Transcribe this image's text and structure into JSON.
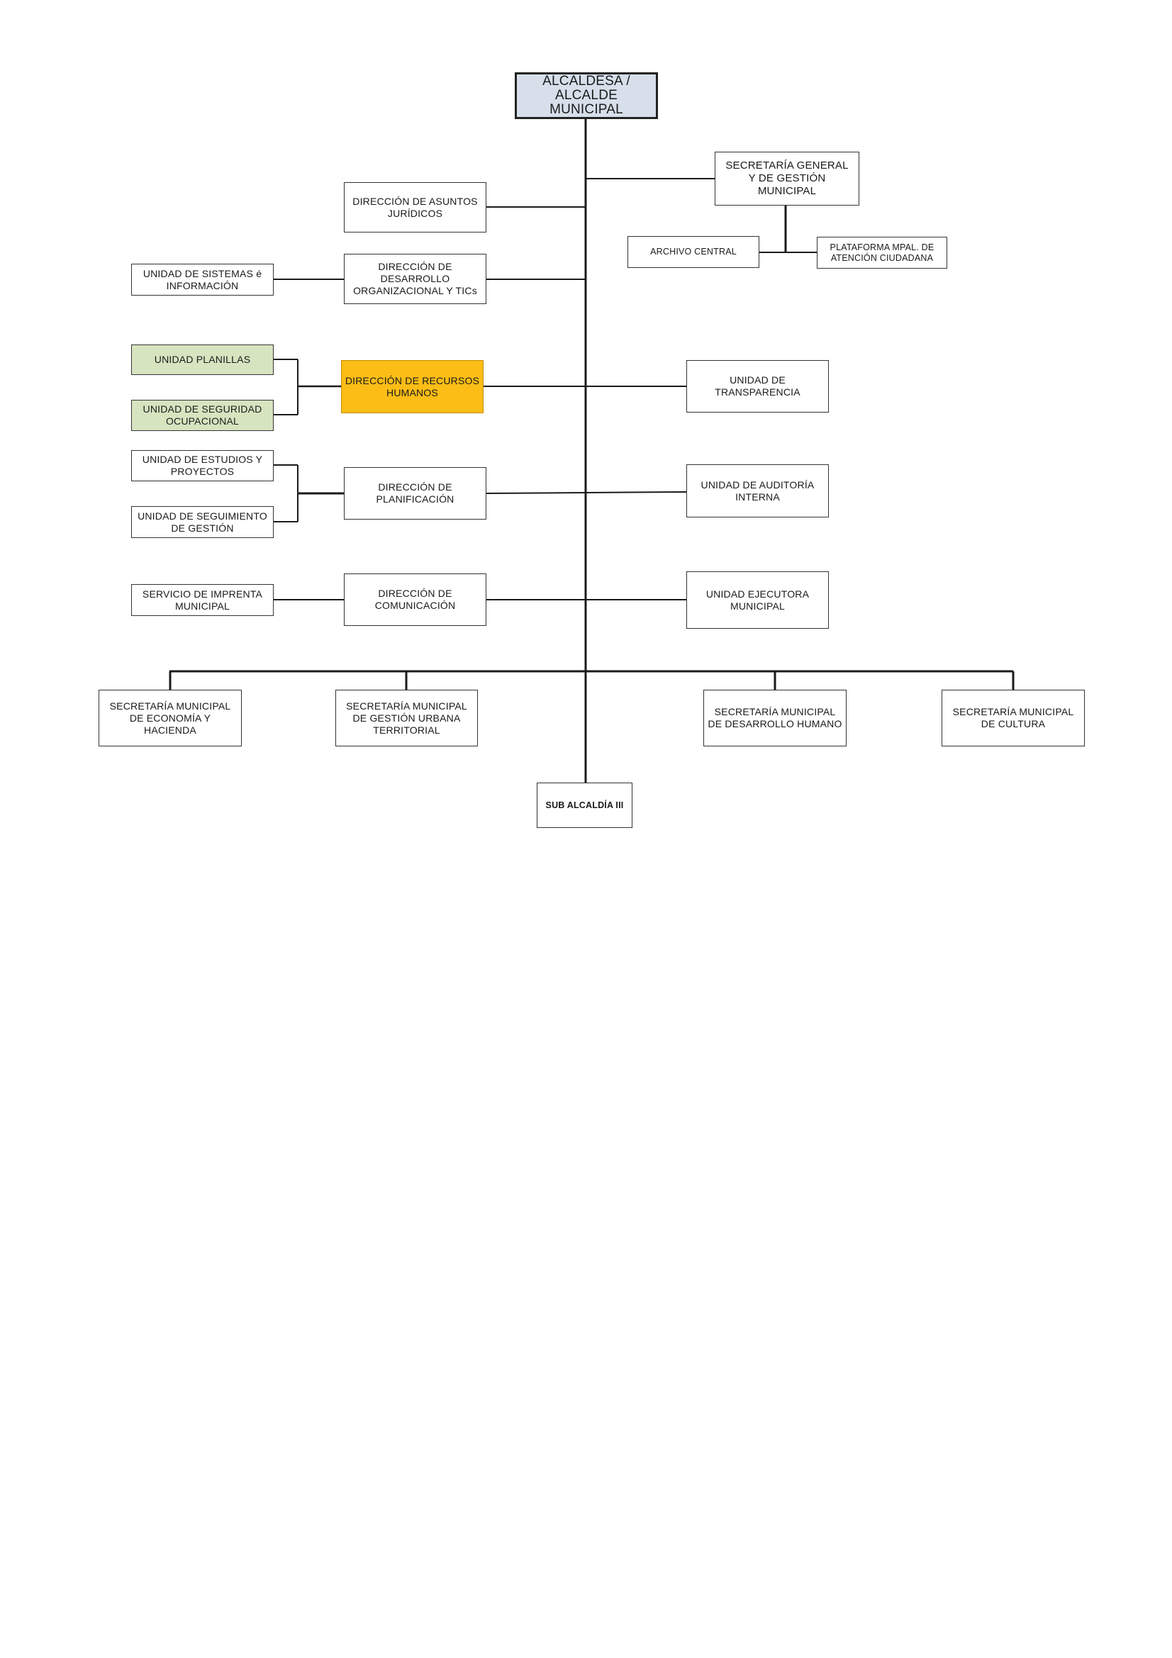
{
  "colors": {
    "line": "#1a1a1a",
    "head_fill": "#d6dfea",
    "highlight_fill": "#fbbd16",
    "highlight_border": "#c58a00",
    "green_fill": "#d7e4c0"
  },
  "org": {
    "head": "ALCALDESA /\nALCALDE\nMUNICIPAL",
    "secretaria_general": "SECRETARÍA GENERAL\nY DE GESTIÓN\nMUNICIPAL",
    "archivo_central": "ARCHIVO CENTRAL",
    "plataforma": "PLATAFORMA MPAL. DE\nATENCIÓN CIUDADANA",
    "asuntos_juridicos": "DIRECCIÓN DE ASUNTOS\nJURÍDICOS",
    "desarrollo_org": "DIRECCIÓN DE\nDESARROLLO\nORGANIZACIONAL Y TICs",
    "unidad_sistemas": "UNIDAD DE SISTEMAS é\nINFORMACIÓN",
    "recursos_humanos": "DIRECCIÓN DE RECURSOS\nHUMANOS",
    "unidad_planillas": "UNIDAD PLANILLAS",
    "unidad_seguridad": "UNIDAD DE SEGURIDAD\nOCUPACIONAL",
    "unidad_transparencia": "UNIDAD DE\nTRANSPARENCIA",
    "unidad_estudios": "UNIDAD DE ESTUDIOS Y\nPROYECTOS",
    "unidad_seguimiento": "UNIDAD DE  SEGUIMIENTO\nDE GESTIÓN",
    "planificacion": "DIRECCIÓN DE\nPLANIFICACIÓN",
    "auditoria": "UNIDAD DE AUDITORÍA\nINTERNA",
    "imprenta": "SERVICIO DE IMPRENTA\nMUNICIPAL",
    "comunicacion": "DIRECCIÓN DE\nCOMUNICACIÓN",
    "ejecutora": "UNIDAD EJECUTORA\nMUNICIPAL",
    "sec_economia": "SECRETARÍA MUNICIPAL\nDE ECONOMÍA Y HACIENDA",
    "sec_urbana": "SECRETARÍA MUNICIPAL\nDE GESTIÓN URBANA\nTERRITORIAL",
    "sec_humano": "SECRETARÍA MUNICIPAL\nDE  DESARROLLO HUMANO",
    "sec_cultura": "SECRETARÍA MUNICIPAL\nDE CULTURA",
    "sub_alcaldia": "SUB ALCALDÍA III"
  }
}
